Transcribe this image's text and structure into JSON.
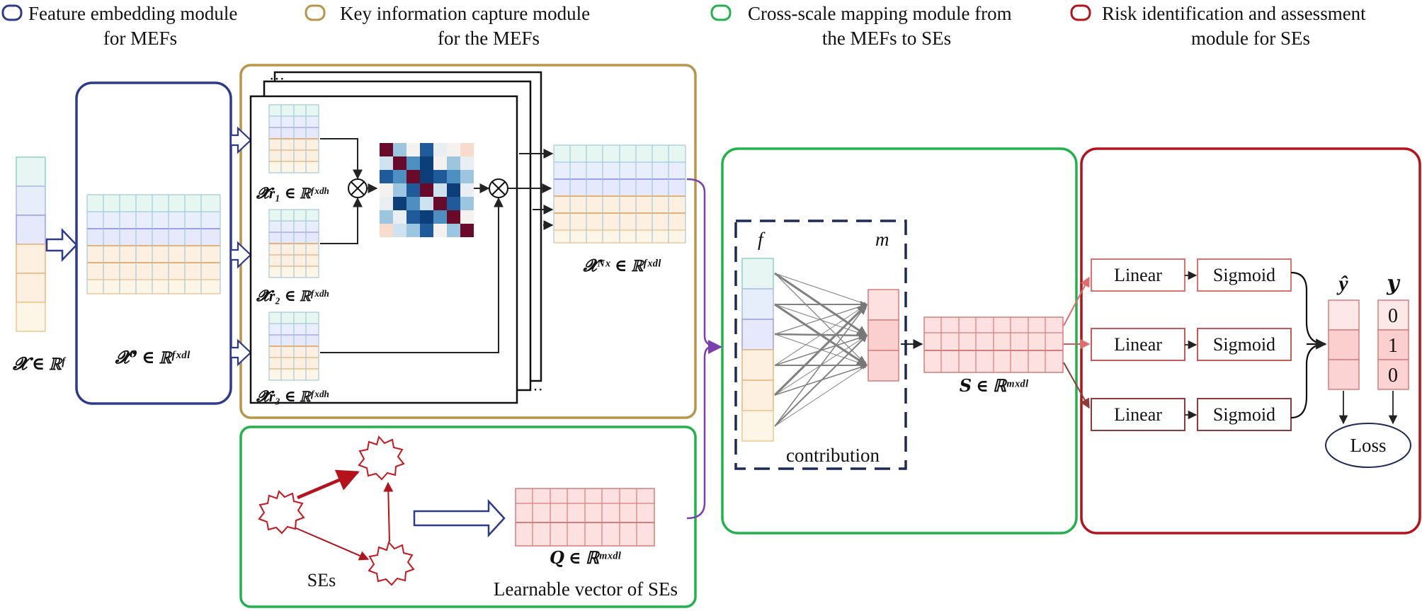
{
  "legend": {
    "feature_embedding": [
      "Feature embedding module",
      "for MEFs"
    ],
    "key_info": [
      "Key information capture module",
      "for the MEFs"
    ],
    "cross_scale": [
      "Cross-scale mapping module from",
      "the MEFs to SEs"
    ],
    "risk": [
      "Risk identification and assessment",
      "module for SEs"
    ]
  },
  "colors": {
    "blue_module": "#2e3a8c",
    "gold_module": "#b8954a",
    "green_module": "#22b24c",
    "red_module": "#b5121b",
    "purple_arrow": "#7b3fb0"
  },
  "formulas": {
    "input": "𝓧 ∈ ℝᶠ",
    "x0": "𝓧⁰ ∈ ℝᶠˣᵈˡ",
    "r1": "𝓧̃r₁ ∈ ℝᶠˣᵈʰ",
    "r2": "𝓧̃r₂ ∈ ℝᶠˣᵈʰ",
    "r3": "𝓧̃r₃ ∈ ℝᶠˣᵈʰ",
    "xn": "𝓧ᴺˣ ∈ ℝᶠˣᵈˡ",
    "q": "𝑸 ∈ ℝᵐˣᵈˡ",
    "s": "𝑺 ∈ ℝᵐˣᵈˡ"
  },
  "labels": {
    "ses": "SEs",
    "learnable": "Learnable vector of SEs",
    "contribution": "contribution",
    "f": "f",
    "m": "m",
    "linear": "Linear",
    "sigmoid": "Sigmoid",
    "y_hat": "ŷ",
    "y": "𝒚",
    "loss": "Loss",
    "dots": "⋯"
  },
  "y_values": [
    "0",
    "1",
    "0"
  ]
}
